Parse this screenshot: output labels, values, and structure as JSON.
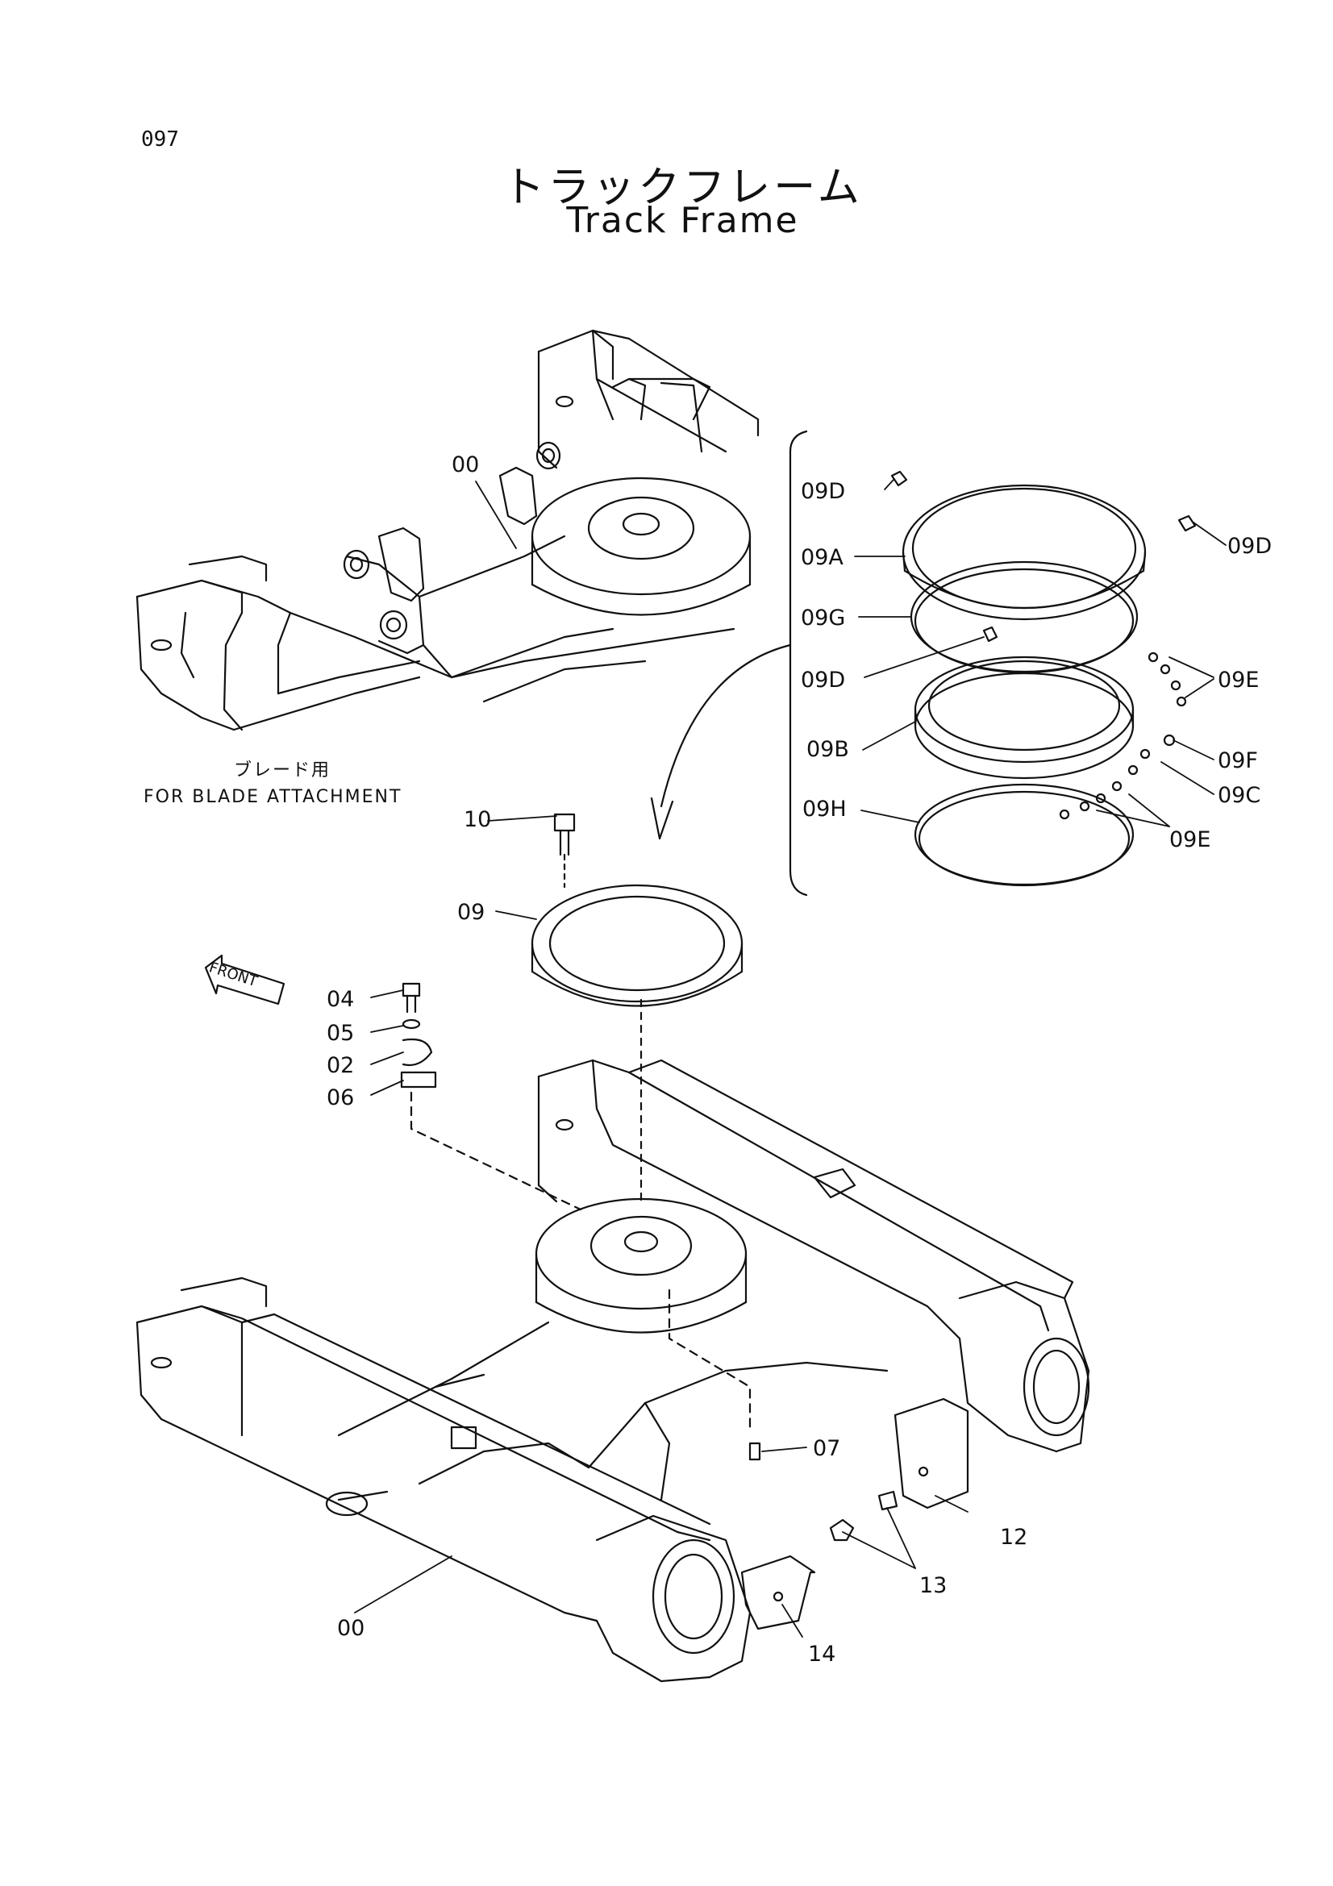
{
  "page_number": "097",
  "title_jp": "トラックフレーム",
  "title_en": "Track Frame",
  "blade_note_jp": "ブレード用",
  "blade_note_en": "FOR BLADE ATTACHMENT",
  "front_label": "FRONT",
  "callouts": {
    "frame_upper": "00",
    "frame_lower": "00",
    "part_02": "02",
    "part_04": "04",
    "part_05": "05",
    "part_06": "06",
    "part_07": "07",
    "bearing": "09",
    "bolt_10": "10",
    "cover_12": "12",
    "bolt_13": "13",
    "cover_14": "14",
    "d_upper_left": "09D",
    "d_upper_right": "09D",
    "d_middle": "09D",
    "a": "09A",
    "g": "09G",
    "b": "09B",
    "h": "09H",
    "e_upper": "09E",
    "e_lower": "09E",
    "f": "09F",
    "c": "09C"
  }
}
